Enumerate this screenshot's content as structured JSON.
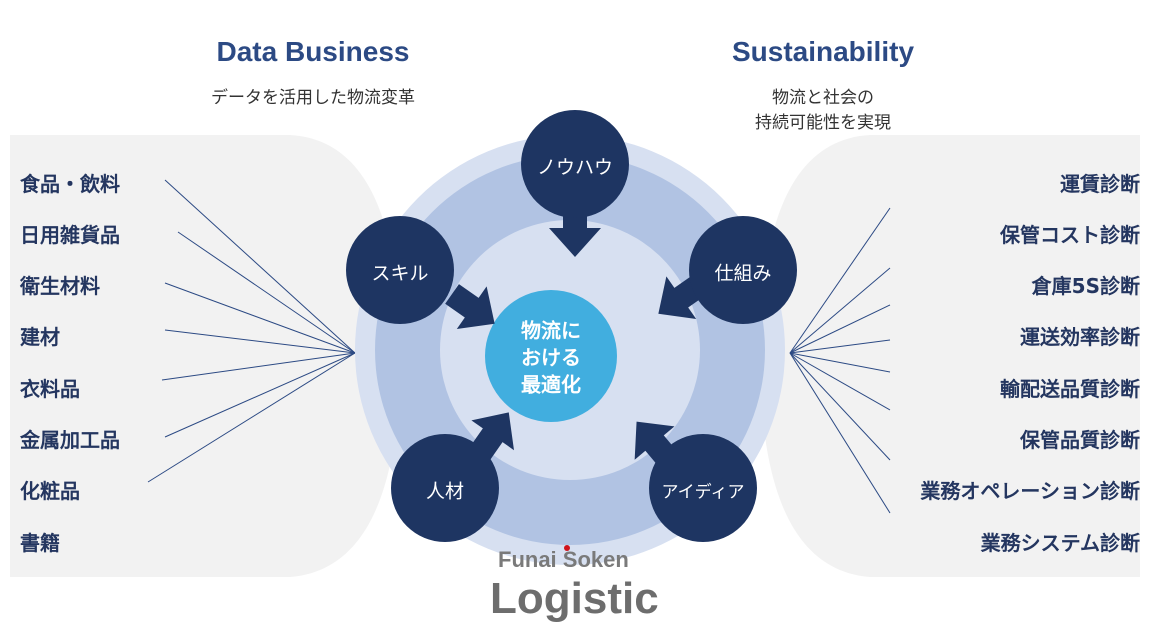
{
  "left": {
    "title": "Data Business",
    "subtitle": "データを活用した物流変革",
    "items": [
      "食品・飲料",
      "日用雑貨品",
      "衛生材料",
      "建材",
      "衣料品",
      "金属加工品",
      "化粧品",
      "書籍"
    ]
  },
  "right": {
    "title": "Sustainability",
    "subtitle_line1": "物流と社会の",
    "subtitle_line2": "持続可能性を実現",
    "items": [
      "運賃診断",
      "保管コスト診断",
      "倉庫5S診断",
      "運送効率診断",
      "輸配送品質診断",
      "保管品質診断",
      "業務オペレーション診断",
      "業務システム診断"
    ]
  },
  "center": {
    "line1": "物流に",
    "line2": "おける",
    "line3": "最適化"
  },
  "nodes": {
    "knowhow": "ノウハウ",
    "skill": "スキル",
    "mechanism": "仕組み",
    "people": "人材",
    "idea": "アイディア"
  },
  "logo": {
    "company": "Funai Soken",
    "product": "Logistic"
  },
  "colors": {
    "heading": "#2c4a84",
    "node": "#1e3562",
    "center": "#41aedf",
    "ring_outer": "#d7e0f1",
    "ring_mid": "#b1c3e3",
    "panel": "#f2f2f2",
    "logo_dot": "#d0121b"
  }
}
